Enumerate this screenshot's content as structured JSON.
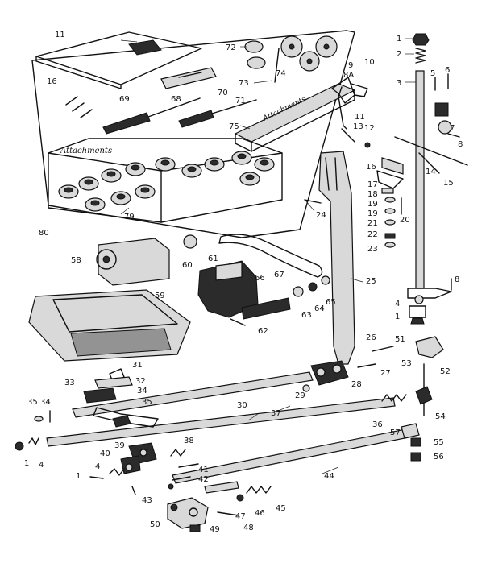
{
  "callouts": {
    "c1": "1",
    "c2": "2",
    "c3": "3",
    "c4": "4",
    "c5": "5",
    "c6": "6",
    "c7": "7",
    "c8": "8",
    "c8a": "8A",
    "c9": "9",
    "c10": "10",
    "c11": "11",
    "c12": "12",
    "c13": "13",
    "c14": "14",
    "c15": "15",
    "c16": "16",
    "c17": "17",
    "c18": "18",
    "c19": "19",
    "c20": "20",
    "c21": "21",
    "c22": "22",
    "c23": "23",
    "c24": "24",
    "c25": "25",
    "c26": "26",
    "c27": "27",
    "c28": "28",
    "c29": "29",
    "c30": "30",
    "c31": "31",
    "c32": "32",
    "c33": "33",
    "c34": "34",
    "c35": "35",
    "c36": "36",
    "c37": "37",
    "c38": "38",
    "c39": "39",
    "c40": "40",
    "c41": "41",
    "c42": "42",
    "c43": "43",
    "c44": "44",
    "c45": "45",
    "c46": "46",
    "c47": "47",
    "c48": "48",
    "c49": "49",
    "c50": "50",
    "c51": "51",
    "c52": "52",
    "c53": "53",
    "c54": "54",
    "c55": "55",
    "c56": "56",
    "c57": "57",
    "c58": "58",
    "c59": "59",
    "c60": "60",
    "c61": "61",
    "c62": "62",
    "c63": "63",
    "c64": "64",
    "c65": "65",
    "c66": "66",
    "c67": "67",
    "c68": "68",
    "c69": "69",
    "c70": "70",
    "c71": "71",
    "c72": "72",
    "c73": "73",
    "c74": "74",
    "c75": "75",
    "c79": "79",
    "c80": "80"
  },
  "box_lettering": "Attachments",
  "tray_lettering": "Attachments"
}
